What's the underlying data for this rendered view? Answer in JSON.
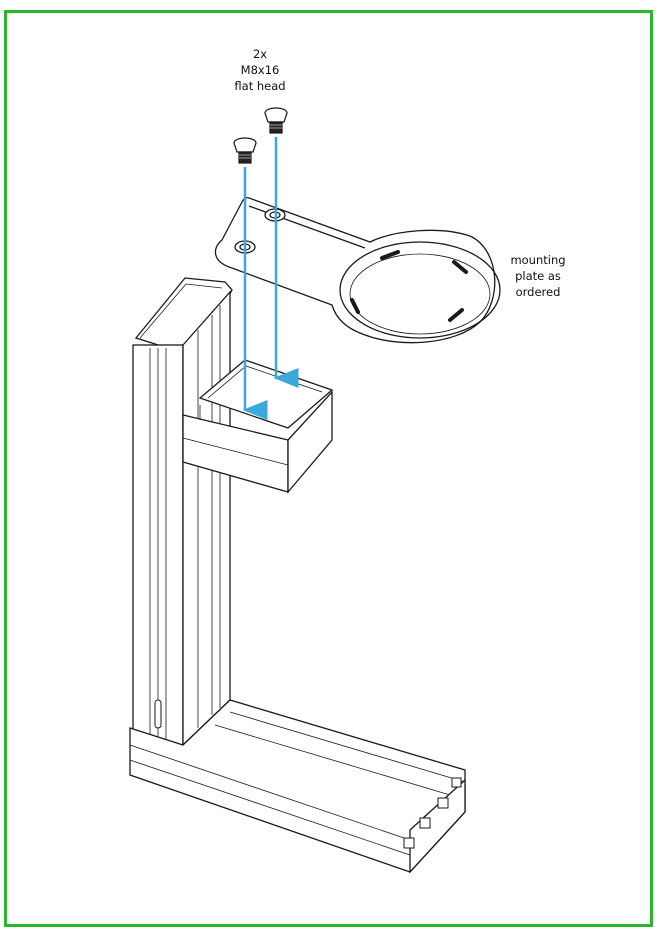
{
  "screw_label": {
    "line1": "2x",
    "line2": "M8x16",
    "line3": "flat head"
  },
  "plate_label": {
    "line1": "mounting",
    "line2": "plate as",
    "line3": "ordered"
  },
  "colors": {
    "border": "#2db52d",
    "arrow": "#3aa8d8",
    "line": "#1a1a1a"
  }
}
